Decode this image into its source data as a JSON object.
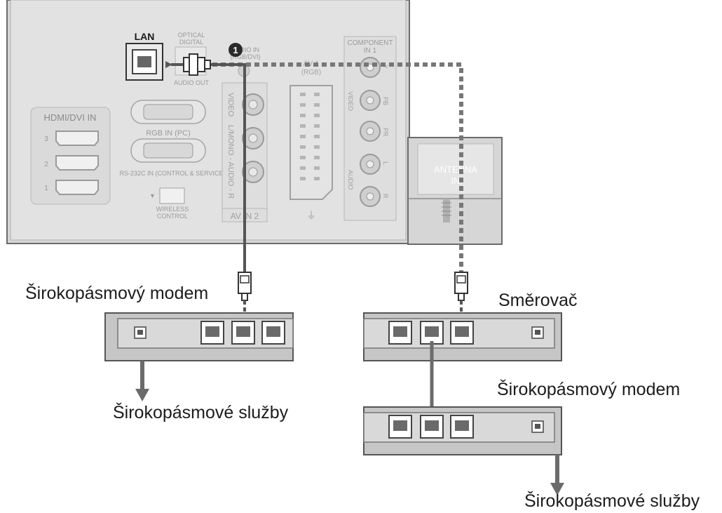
{
  "tv_panel": {
    "lan_label": "LAN",
    "optical_label_line1": "OPTICAL",
    "optical_label_line2": "DIGITAL",
    "audio_out_label": "AUDIO OUT",
    "audio_in_label_line1": "AUDIO IN",
    "audio_in_label_line2": "(RGB/DVI)",
    "hdmi_label": "HDMI/DVI IN",
    "hdmi_ports": [
      "3",
      "2",
      "1"
    ],
    "rgb_in_label": "RGB IN (PC)",
    "rs232_label": "RS-232C IN (CONTROL & SERVICE)",
    "wireless_label_line1": "WIRELESS",
    "wireless_label_line2": "CONTROL",
    "video_label": "VIDEO",
    "audio_lmono_label": "L/MONO - AUDIO - R",
    "av_in2_label": "AV IN 2",
    "av1_label": "AV 1",
    "av1_sub_label": "(RGB)",
    "component_label_line1": "COMPONENT",
    "component_label_line2": "IN 1",
    "component_jacks": [
      "Y",
      "PB",
      "PR",
      "L",
      "R"
    ],
    "component_video_label": "VIDEO",
    "component_audio_label": "AUDIO",
    "antenna_label_line1": "ANTENNA",
    "antenna_label_line2": "IN",
    "step_number": "1"
  },
  "captions": {
    "modem_left": "Širokopásmový modem",
    "services_left": "Širokopásmové služby",
    "router": "Směrovač",
    "modem_right": "Širokopásmový modem",
    "services_right": "Širokopásmové služby"
  },
  "colors": {
    "panel_fill": "#d4d4d4",
    "device_fill": "#c8c8c8",
    "cable_gray": "#7a7a7a",
    "dark": "#555555"
  }
}
